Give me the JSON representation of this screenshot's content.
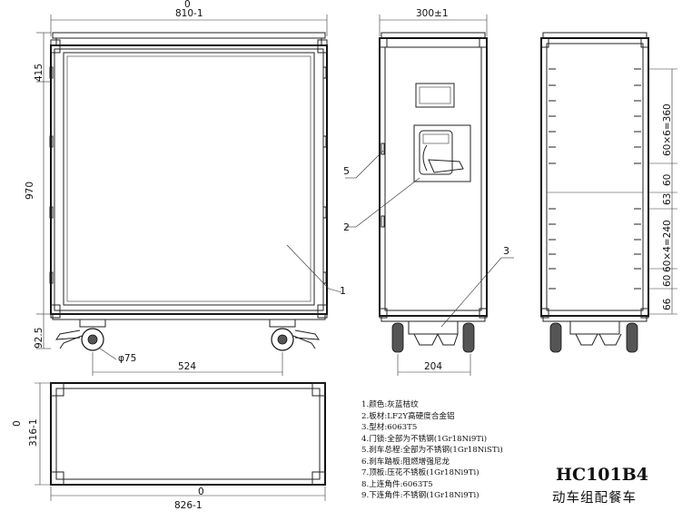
{
  "dimensions": {
    "front_top_zero": "0",
    "front_width": "810-1",
    "front_top_section": "415",
    "front_height": "970",
    "front_bottom_section": "92.5",
    "wheel_diameter": "φ75",
    "wheel_spacing": "524",
    "side_width": "300±1",
    "side_base": "204",
    "rack_top": "60×6=360",
    "rack_gap1": "60",
    "rack_gap2": "63",
    "rack_bottom": "60×4=240",
    "rack_gap3": "60",
    "rack_bottom_section": "66",
    "plan_depth_zero": "0",
    "plan_depth": "316-1",
    "plan_zero": "0",
    "plan_width": "826-1"
  },
  "callouts": {
    "c1": "1",
    "c2": "2",
    "c3": "3",
    "c5": "5"
  },
  "notes": [
    "1.颜色:灰蓝桔纹",
    "2.板材:LF2Y高硬度合金铝",
    "3.型材:6063T5",
    "4.门锁:全部为不锈钢(1Gr18Ni9Ti)",
    "5.刹车总程:全部为不锈钢(1Gr18NiSTi)",
    "6.刹车踏板:阻燃增强尼龙",
    "7.顶板:压花不锈板(1Gr18Ni9Ti)",
    "8.上连角件:6063T5",
    "9.下连角件:不锈钢(1Gr18Ni9Ti)"
  ],
  "title": {
    "model": "HC101B4",
    "subtitle": "动车组配餐车"
  }
}
